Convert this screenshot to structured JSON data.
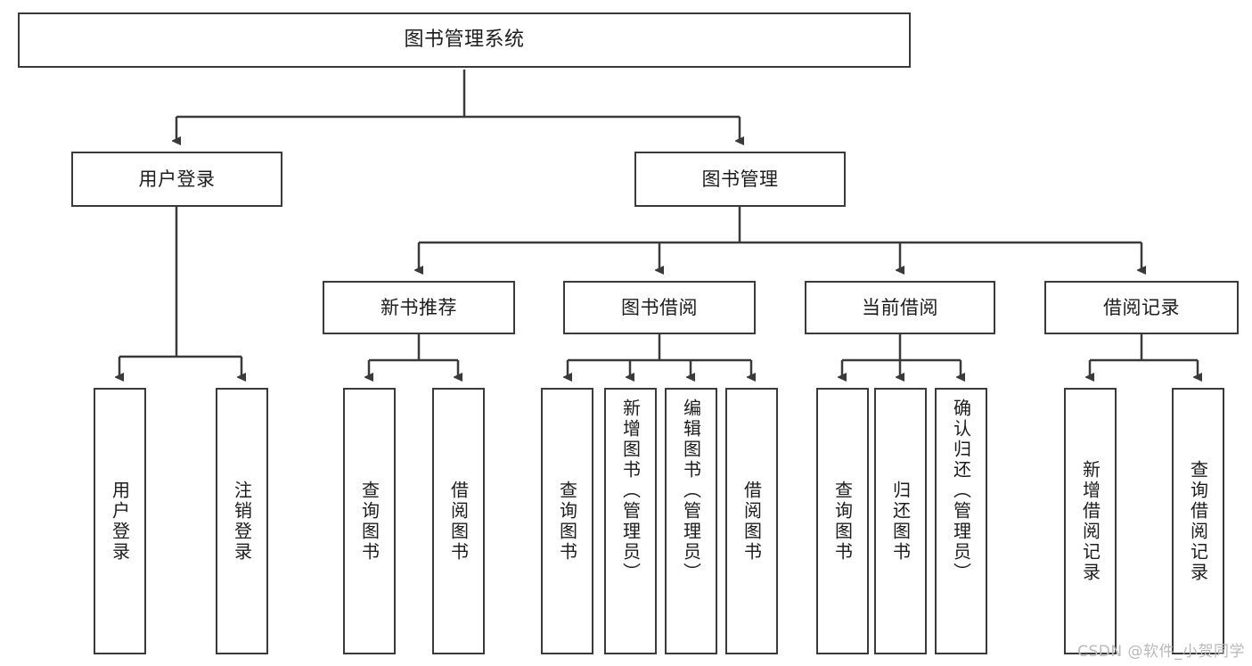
{
  "diagram": {
    "title": "图书管理系统",
    "type": "hierarchy-tree",
    "watermark": "CSDN @软件_小贺同学",
    "colors": {
      "stroke": "#3a3a3a",
      "fill": "#ffffff",
      "text": "#1c1c1c",
      "watermark": "#b9b9b9"
    },
    "levels": {
      "root": {
        "label": "图书管理系统"
      },
      "level2": [
        {
          "label": "用户登录"
        },
        {
          "label": "图书管理"
        }
      ],
      "level3": [
        {
          "label": "新书推荐"
        },
        {
          "label": "图书借阅"
        },
        {
          "label": "当前借阅"
        },
        {
          "label": "借阅记录"
        }
      ],
      "leaves": {
        "user_login": [
          {
            "label": "用户登录"
          },
          {
            "label": "注销登录"
          }
        ],
        "new_book_recommend": [
          {
            "label": "查询图书"
          },
          {
            "label": "借阅图书"
          }
        ],
        "book_borrow": [
          {
            "label": "查询图书"
          },
          {
            "label": "新增图书（管理员）"
          },
          {
            "label": "编辑图书（管理员）"
          },
          {
            "label": "借阅图书"
          }
        ],
        "current_borrow": [
          {
            "label": "查询图书"
          },
          {
            "label": "归还图书"
          },
          {
            "label": "确认归还（管理员）"
          }
        ],
        "borrow_record": [
          {
            "label": "新增借阅记录"
          },
          {
            "label": "查询借阅记录"
          }
        ]
      }
    }
  }
}
